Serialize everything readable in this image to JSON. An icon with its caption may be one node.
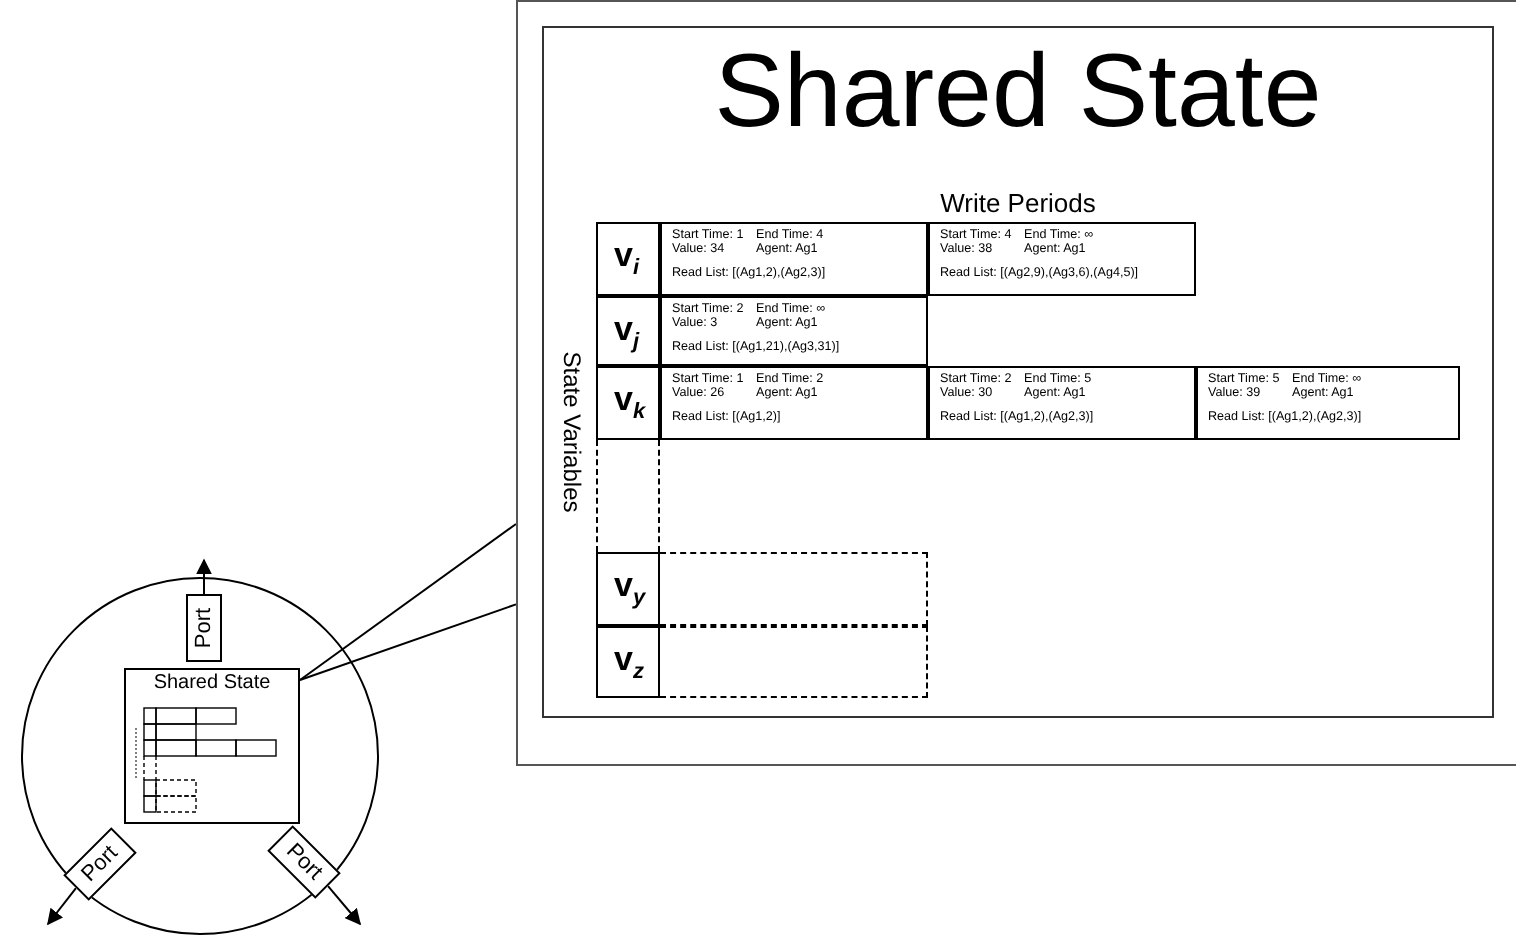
{
  "diagram": {
    "nodes": [
      {
        "text": [],
        "shape": "circle"
      },
      {
        "text": [
          "Port"
        ],
        "in": 0
      },
      {
        "text": [
          "Port"
        ],
        "in": 0
      },
      {
        "text": [
          "Port"
        ],
        "in": 0
      },
      {
        "text": [
          "Shared State"
        ],
        "in": 0
      },
      {
        "text": [],
        "shape": "box"
      },
      {
        "text": [
          "Shared State",
          "Write Periods",
          "State Variables"
        ],
        "in": 5
      },
      {
        "text": [
          "v$_{i}$"
        ],
        "in": 6
      },
      {
        "text": [
          "Start Time: 1",
          "End Time: 4",
          "Value: 34",
          "Agent: Ag1",
          "Read List: [(Ag1,2),(Ag2,3)]"
        ],
        "in": 6
      },
      {
        "text": [
          "Start Time: 4",
          "End Time: ∞",
          "Value: 38",
          "Agent: Ag1",
          "Read List: [(Ag2,9),(Ag3,6),(Ag4,5)]"
        ],
        "in": 6
      },
      {
        "text": [
          "v$_{j}$"
        ],
        "in": 6
      },
      {
        "text": [
          "Start Time: 2",
          "End Time: ∞",
          "Value: 3",
          "Agent: Ag1",
          "Read List: [(Ag1,21),(Ag3,31)]"
        ],
        "in": 6
      },
      {
        "text": [
          "v$_{k}$"
        ],
        "in": 6
      },
      {
        "text": [
          "Start Time: 1",
          "End Time: 2",
          "Value: 26",
          "Agent: Ag1",
          "Read List: [(Ag1,2)]"
        ],
        "in": 6
      },
      {
        "text": [
          "Start Time: 2",
          "End Time: 5",
          "Value: 30",
          "Agent: Ag1",
          "Read List: [(Ag1,2),(Ag2,3)]"
        ],
        "in": 6
      },
      {
        "text": [
          "Start Time: 5",
          "End Time: ∞",
          "Value: 39",
          "Agent: Ag1",
          "Read List: [(Ag1,2),(Ag2,3)]"
        ],
        "in": 6
      },
      {
        "text": [],
        "shape": "box",
        "in": 6
      },
      {
        "text": [
          "v$_{y}$"
        ],
        "in": 6
      },
      {
        "text": [],
        "shape": "box",
        "in": 6
      },
      {
        "text": [
          "v$_{z}$"
        ],
        "in": 6
      },
      {
        "text": [],
        "shape": "box",
        "in": 6
      }
    ],
    "edges": [
      {
        "from": 1,
        "to": null,
        "arrow": "to"
      },
      {
        "from": 2,
        "to": null,
        "arrow": "to"
      },
      {
        "from": 3,
        "to": null,
        "arrow": "to"
      },
      {
        "from": 4,
        "to": 5,
        "arrow": "none"
      },
      {
        "from": 4,
        "to": 5,
        "arrow": "none"
      }
    ]
  }
}
